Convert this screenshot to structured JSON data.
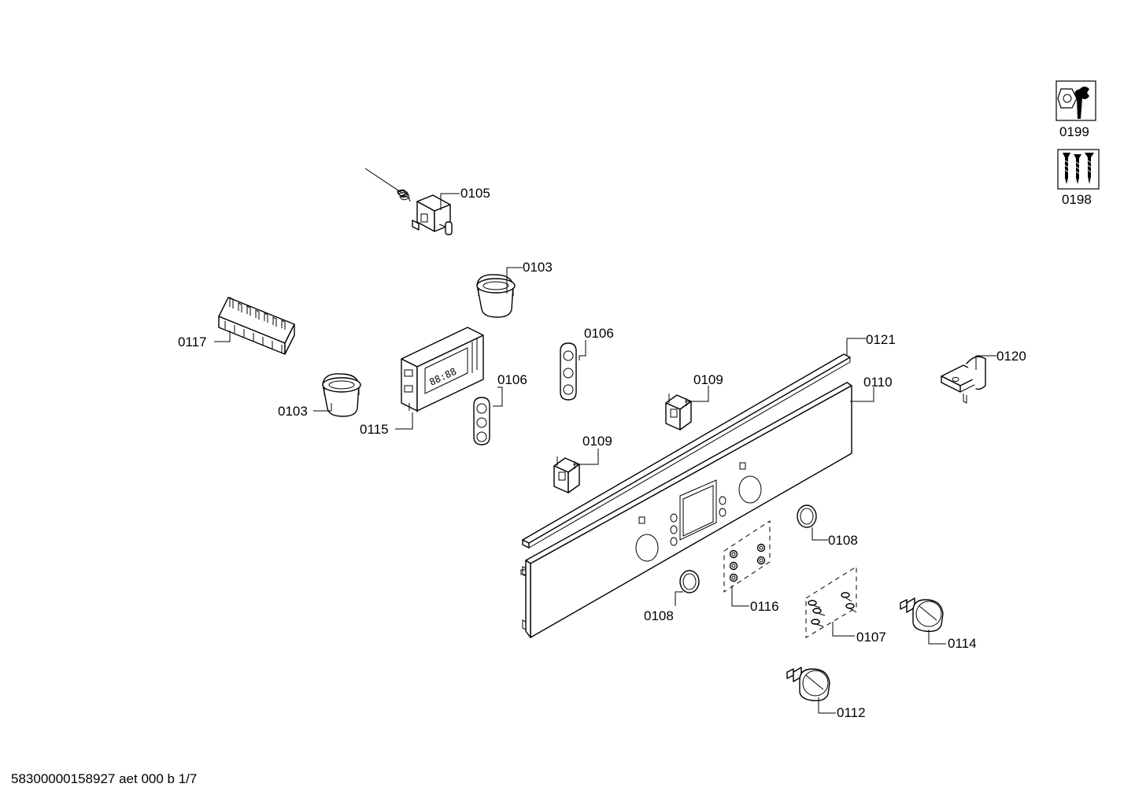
{
  "labels": {
    "p0105": "0105",
    "p0103a": "0103",
    "p0117": "0117",
    "p0103b": "0103",
    "p0115": "0115",
    "p0106a": "0106",
    "p0106b": "0106",
    "p0109a": "0109",
    "p0109b": "0109",
    "p0121": "0121",
    "p0110": "0110",
    "p0120": "0120",
    "p0108a": "0108",
    "p0108b": "0108",
    "p0116": "0116",
    "p0107": "0107",
    "p0114": "0114",
    "p0112": "0112",
    "p0199": "0199",
    "p0198": "0198"
  },
  "display_text": "88:88",
  "footer": "58300000158927 aet 000 b 1/7"
}
